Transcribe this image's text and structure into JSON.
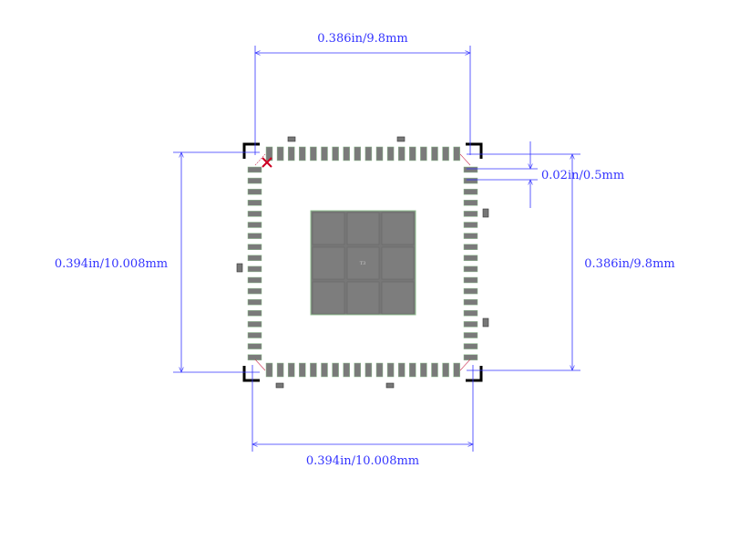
{
  "dimensions": {
    "top_width": "0.386in/9.8mm",
    "bottom_width": "0.394in/10.008mm",
    "left_height": "0.394in/10.008mm",
    "right_height": "0.386in/9.8mm",
    "pitch": "0.02in/0.5mm"
  },
  "thermal_pad_label": "T3",
  "pins_per_side": 18,
  "thermal_grid": [
    3,
    3
  ],
  "colors": {
    "dimension": "#3333ff",
    "pad": "#7a7a7a",
    "pad_border": "#8fbf8f",
    "pin1_marker": "#cc0022",
    "outline": "#000000"
  }
}
